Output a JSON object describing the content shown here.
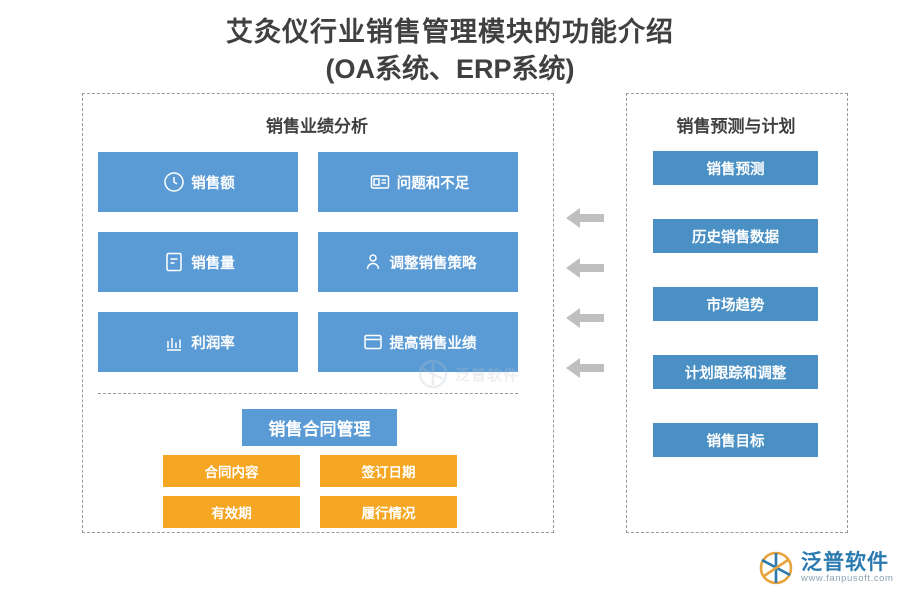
{
  "title": {
    "line1": "艾灸仪行业销售管理模块的功能介绍",
    "line2": "(OA系统、ERP系统)"
  },
  "left_panel": {
    "heading": "销售业绩分析",
    "performance_items": [
      {
        "label": "销售额",
        "icon": "clock-icon"
      },
      {
        "label": "销售量",
        "icon": "receipt-icon"
      },
      {
        "label": "利润率",
        "icon": "chart-icon"
      },
      {
        "label": "问题和不足",
        "icon": "id-card-icon"
      },
      {
        "label": "调整销售策略",
        "icon": "person-icon"
      },
      {
        "label": "提高销售业绩",
        "icon": "window-icon"
      }
    ],
    "contract": {
      "heading": "销售合同管理",
      "items": [
        "合同内容",
        "签订日期",
        "有效期",
        "履行情况"
      ]
    }
  },
  "right_panel": {
    "heading": "销售预测与计划",
    "items": [
      "销售预测",
      "历史销售数据",
      "市场趋势",
      "计划跟踪和调整",
      "销售目标"
    ]
  },
  "arrows": [
    "arrow-left-icon",
    "arrow-left-icon",
    "arrow-left-icon",
    "arrow-left-icon"
  ],
  "watermark": {
    "text": "泛普软件"
  },
  "logo": {
    "cn": "泛普软件",
    "en": "www.fanpusoft.com"
  },
  "colors": {
    "blue": "#5b9bd5",
    "blue_right": "#4a90c4",
    "orange": "#f5a623",
    "title": "#404040",
    "dashed_border": "#9a9a9a",
    "arrow": "#bfbfbf",
    "logo_blue": "#2a7ab0"
  }
}
